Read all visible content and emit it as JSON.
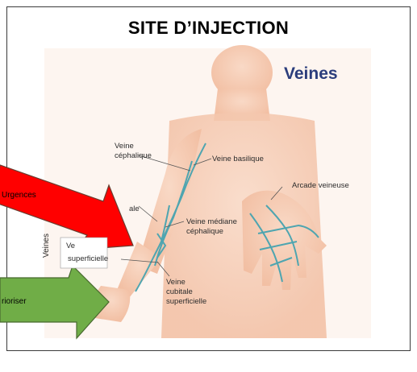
{
  "title": "SITE D’INJECTION",
  "veins_heading": "Veines",
  "labels": {
    "veine_cephalique": "Veine\ncéphalique",
    "veine_basilique": "Veine basilique",
    "arcade_veineuse": "Arcade veineuse",
    "veine_mediane_cephalique": "Veine médiane\ncéphalique",
    "veine_cubitale_superficielle": "Veine\ncubitale\nsuperficielle",
    "partial_ale": "ale",
    "partial_ve": "Ve",
    "partial_superficielle": "superficielle",
    "vertical_veines": "Veines"
  },
  "arrows": {
    "red_label": "Urgences",
    "green_label": "rioriser",
    "red_color": "#ff0000",
    "green_color": "#70ad47"
  },
  "colors": {
    "skin": "#f6cdb5",
    "vein": "#4ea5b0",
    "heading": "#2b3d7c"
  }
}
